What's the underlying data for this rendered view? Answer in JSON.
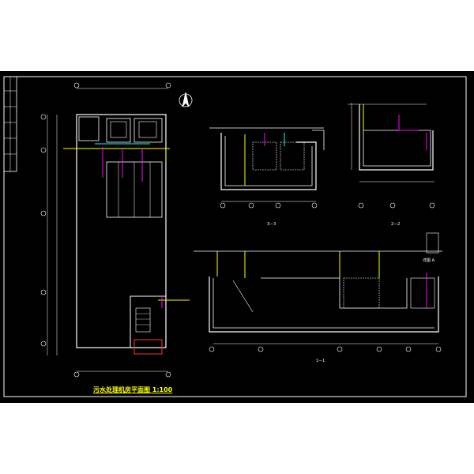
{
  "drawing": {
    "plan_title": "污水处理机房平面图 1:100",
    "section_1": "1—1",
    "section_2": "2—2",
    "section_3": "3—3",
    "detail": "详图 A"
  },
  "colors": {
    "background": "#000000",
    "sheet_border": "#ffffff",
    "walls": "#ffffff",
    "pipes_yellow": "#ffff00",
    "pipes_magenta": "#ff00ff",
    "pipes_cyan": "#00ffff",
    "pipes_red": "#ff3030",
    "grid": "#ffffff"
  }
}
